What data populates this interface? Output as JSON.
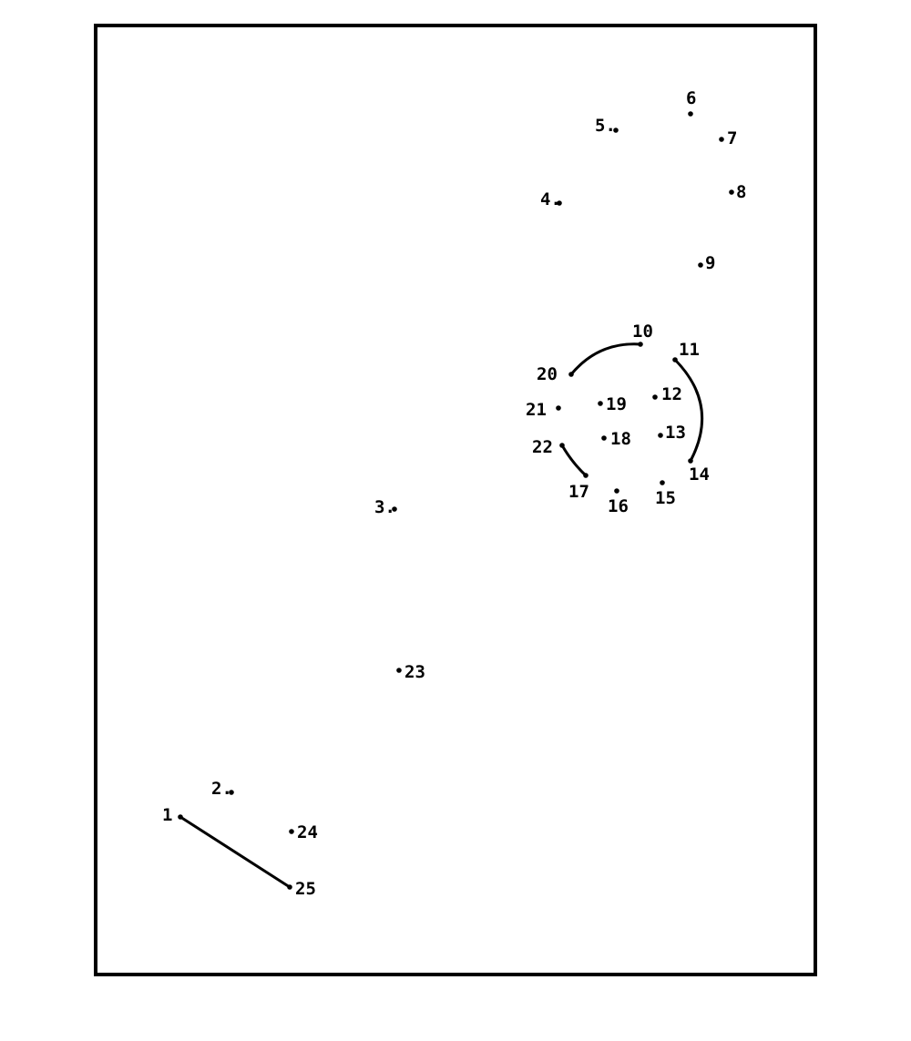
{
  "puzzle": {
    "type": "connect-the-dots",
    "ink_color": "#000000",
    "background_color": "#ffffff",
    "dots": [
      {
        "n": "1",
        "label": "1"
      },
      {
        "n": "2",
        "label": "2."
      },
      {
        "n": "3",
        "label": "3."
      },
      {
        "n": "4",
        "label": "4."
      },
      {
        "n": "5",
        "label": "5."
      },
      {
        "n": "6",
        "label": "6"
      },
      {
        "n": "7",
        "label": "7"
      },
      {
        "n": "8",
        "label": "8"
      },
      {
        "n": "9",
        "label": "9"
      },
      {
        "n": "10",
        "label": "10"
      },
      {
        "n": "11",
        "label": "11"
      },
      {
        "n": "12",
        "label": "12"
      },
      {
        "n": "13",
        "label": "13"
      },
      {
        "n": "14",
        "label": "14"
      },
      {
        "n": "15",
        "label": "15"
      },
      {
        "n": "16",
        "label": "16"
      },
      {
        "n": "17",
        "label": "17"
      },
      {
        "n": "18",
        "label": "18"
      },
      {
        "n": "19",
        "label": "19"
      },
      {
        "n": "20",
        "label": "20"
      },
      {
        "n": "21",
        "label": "21"
      },
      {
        "n": "22",
        "label": "22"
      },
      {
        "n": "23",
        "label": "23"
      },
      {
        "n": "24",
        "label": "24"
      },
      {
        "n": "25",
        "label": "25"
      }
    ],
    "drawn_segments": [
      {
        "from": "1",
        "to": "25",
        "shape": "straight"
      },
      {
        "from": "20",
        "to": "10",
        "shape": "arc"
      },
      {
        "from": "11",
        "to": "14",
        "shape": "arc"
      },
      {
        "from": "22",
        "to": "17",
        "shape": "arc"
      }
    ]
  }
}
